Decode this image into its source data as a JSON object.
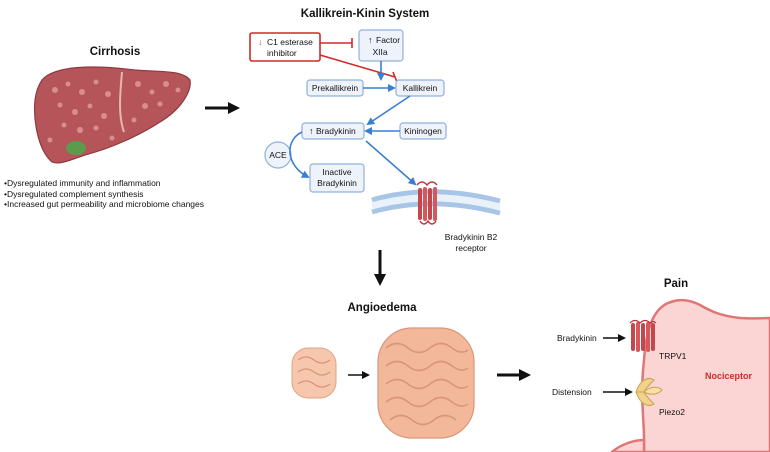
{
  "kks": {
    "title": "Kallikrein-Kinin System",
    "c1_label": [
      "C1 esterase",
      "inhibitor"
    ],
    "c1_arrow": "↓",
    "factor_label": [
      "Factor",
      "XIIa"
    ],
    "factor_arrow": "↑",
    "prekallikrein": "Prekallikrein",
    "kallikrein": "Kallikrein",
    "bradykinin": "Bradykinin",
    "bradykinin_arrow": "↑",
    "kininogen": "Kininogen",
    "ace": "ACE",
    "inactive_bradykinin": [
      "Inactive",
      "Bradykinin"
    ],
    "receptor_label": [
      "Bradykinin B2",
      "receptor"
    ]
  },
  "cirrhosis": {
    "title": "Cirrhosis",
    "bullets": [
      "Dysregulated immunity and inflammation",
      "Dysregulated complement synthesis",
      "Increased gut permeability and microbiome changes"
    ]
  },
  "angioedema": {
    "title": "Angioedema"
  },
  "pain": {
    "title": "Pain",
    "bradykinin": "Bradykinin",
    "distension": "Distension",
    "trpv1": "TRPV1",
    "piezo2": "Piezo2",
    "nociceptor": "Nociceptor"
  },
  "colors": {
    "accent_blue": "#3a7fd0",
    "inhibitor_red": "#d02a2a",
    "neuron_fill": "#fbd4d4",
    "neuron_stroke": "#e07676",
    "liver": "#b5555a",
    "gut": "#f3b89a"
  }
}
